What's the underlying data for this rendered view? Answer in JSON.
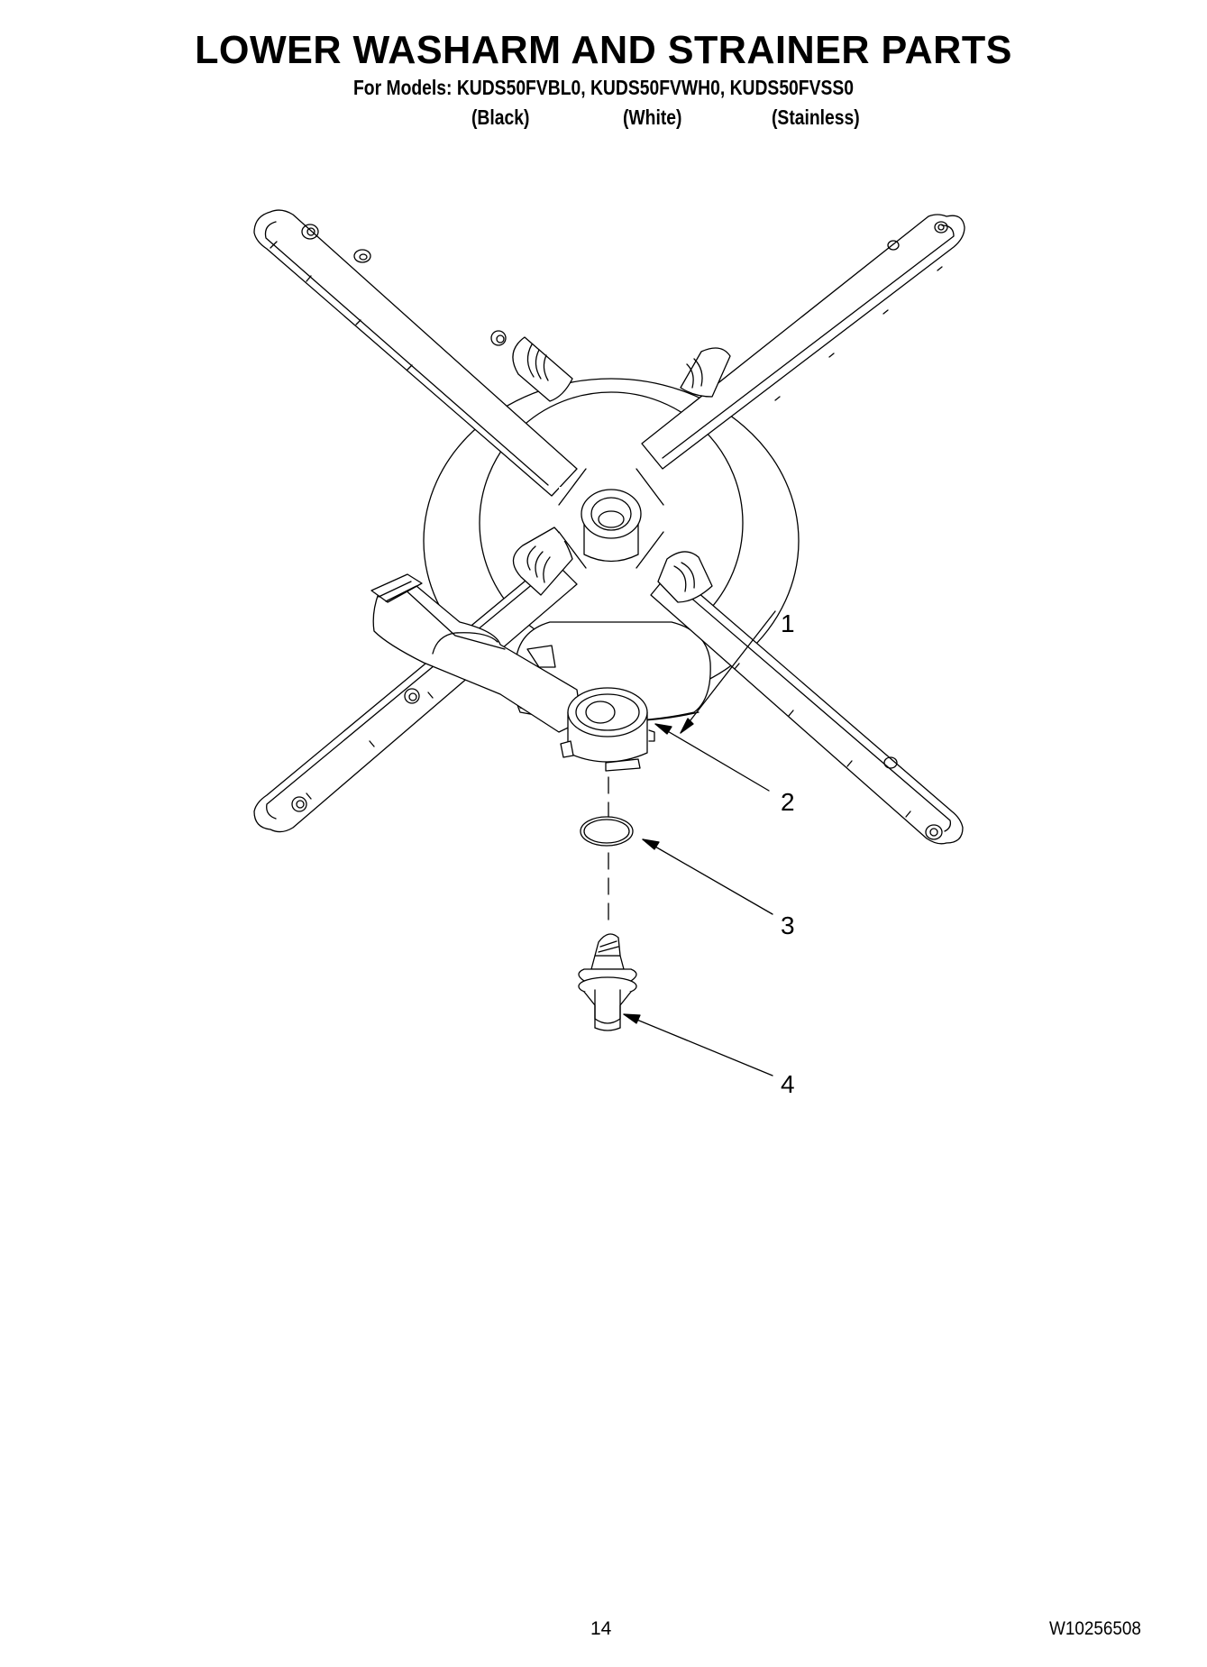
{
  "header": {
    "title": "LOWER WASHARM AND STRAINER PARTS",
    "models_line": "For Models: KUDS50FVBL0, KUDS50FVWH0, KUDS50FVSS0",
    "colors": [
      "(Black)",
      "(White)",
      "(Stainless)"
    ]
  },
  "diagram": {
    "callouts": [
      {
        "number": "1",
        "part": "lower-washarm"
      },
      {
        "number": "2",
        "part": "strainer-manifold"
      },
      {
        "number": "3",
        "part": "o-ring"
      },
      {
        "number": "4",
        "part": "spray-nozzle-post"
      }
    ]
  },
  "footer": {
    "page_number": "14",
    "document_number": "W10256508"
  }
}
